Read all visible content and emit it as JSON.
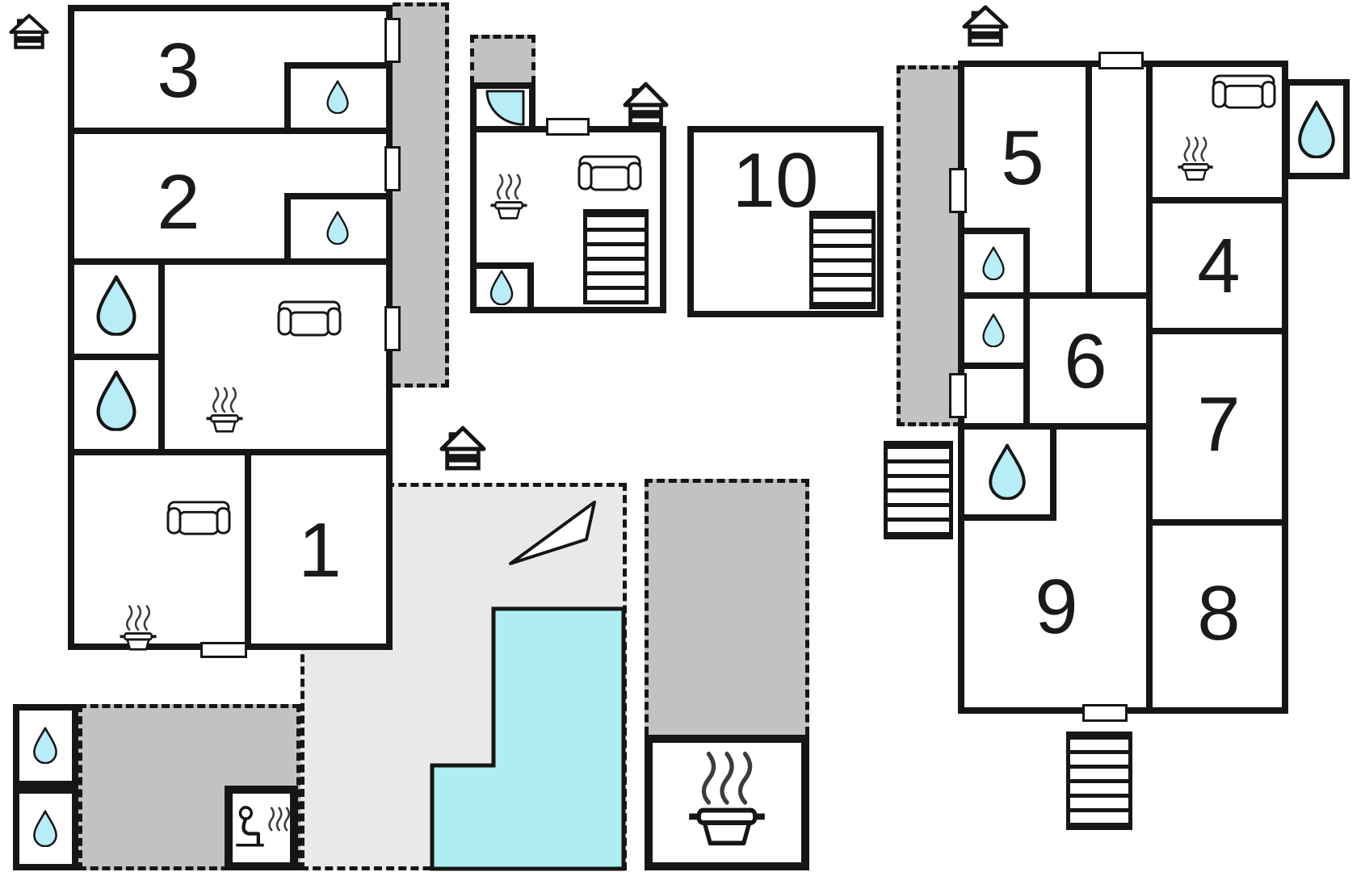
{
  "floorplan": {
    "type": "vacation-home-floor-plan",
    "colors": {
      "wall": "#161616",
      "water": "#b8ecf6",
      "pool": "#aeeef2",
      "terrace-dark": "#c2c2c2",
      "terrace-light": "#e9e9e9",
      "steam": "#3c3c3c",
      "paper": "#ffffff"
    },
    "rooms": [
      {
        "id": "room-1",
        "label": "1"
      },
      {
        "id": "room-2",
        "label": "2"
      },
      {
        "id": "room-3",
        "label": "3"
      },
      {
        "id": "room-4",
        "label": "4"
      },
      {
        "id": "room-5",
        "label": "5"
      },
      {
        "id": "room-6",
        "label": "6"
      },
      {
        "id": "room-7",
        "label": "7"
      },
      {
        "id": "room-8",
        "label": "8"
      },
      {
        "id": "room-9",
        "label": "9"
      },
      {
        "id": "room-10",
        "label": "10"
      }
    ],
    "icons": {
      "water-drop-icon": "cyan teardrop (bath/shower/WC)",
      "sofa-icon": "top-view sofa (lounge)",
      "cooking-pot-icon": "pot with steam (kitchen)",
      "stairs-icon": "staircase",
      "house-entrance-icon": "house with chimney (entrance)",
      "sauna-icon": "seated person with steam (sauna)",
      "door-swing-icon": "quarter-circle door swing",
      "wind-vane-icon": "triangular pointer",
      "door-opening": "white gap in wall (door/window)"
    }
  }
}
